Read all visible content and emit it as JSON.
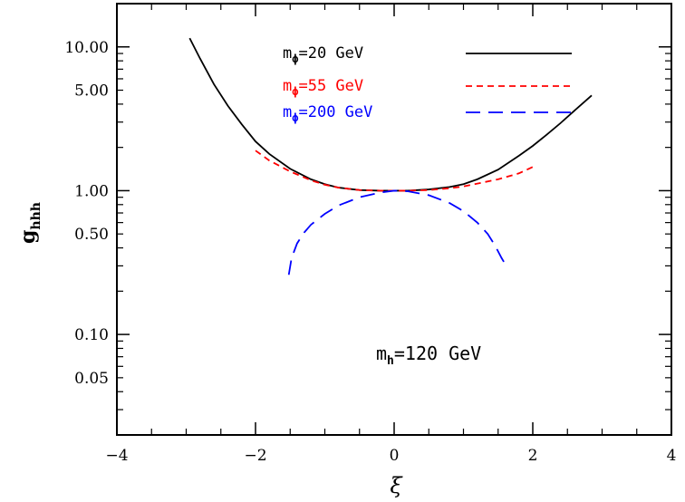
{
  "chart_data": {
    "type": "line",
    "xlabel": "ξ",
    "ylabel_main": "g",
    "ylabel_sub": "hhh",
    "xlim": [
      -4,
      4
    ],
    "ylim": [
      0.02,
      20
    ],
    "yscale": "log",
    "x_ticks": [
      -4,
      -2,
      0,
      2,
      4
    ],
    "x_tick_labels": [
      "−4",
      "−2",
      "0",
      "2",
      "4"
    ],
    "y_ticks": [
      10,
      5,
      1,
      0.5,
      0.1,
      0.05
    ],
    "y_tick_labels": [
      "10.00",
      "5.00",
      "1.00",
      "0.50",
      "0.10",
      "0.05"
    ],
    "grid": false,
    "legend_position": "top-right",
    "annotation": {
      "main": "m",
      "sub": "h",
      "rest": "=120 GeV"
    },
    "series": [
      {
        "name_main": "m",
        "name_sub": "ϕ",
        "name_rest": "=20 GeV",
        "color": "#000000",
        "dash": "solid",
        "x": [
          -2.95,
          -2.8,
          -2.6,
          -2.4,
          -2.2,
          -2.0,
          -1.8,
          -1.5,
          -1.2,
          -1.0,
          -0.8,
          -0.5,
          -0.2,
          0.0,
          0.2,
          0.5,
          0.8,
          1.0,
          1.2,
          1.5,
          1.8,
          2.0,
          2.2,
          2.4,
          2.6,
          2.85
        ],
        "y": [
          11.5,
          8.3,
          5.5,
          3.9,
          2.9,
          2.2,
          1.8,
          1.42,
          1.2,
          1.11,
          1.05,
          1.01,
          1.0,
          1.0,
          1.0,
          1.02,
          1.06,
          1.11,
          1.2,
          1.4,
          1.75,
          2.05,
          2.45,
          2.95,
          3.6,
          4.6
        ]
      },
      {
        "name_main": "m",
        "name_sub": "ϕ",
        "name_rest": "=55 GeV",
        "color": "#ff0000",
        "dash": "short-dash",
        "x": [
          -2.0,
          -1.8,
          -1.5,
          -1.2,
          -1.0,
          -0.8,
          -0.5,
          -0.2,
          0.0,
          0.2,
          0.5,
          0.8,
          1.0,
          1.2,
          1.5,
          1.8,
          2.05
        ],
        "y": [
          1.9,
          1.62,
          1.36,
          1.18,
          1.1,
          1.05,
          1.01,
          1.0,
          1.0,
          1.0,
          1.01,
          1.04,
          1.07,
          1.12,
          1.2,
          1.32,
          1.5
        ]
      },
      {
        "name_main": "m",
        "name_sub": "ϕ",
        "name_rest": "=200 GeV",
        "color": "#0000ff",
        "dash": "long-dash",
        "x": [
          -1.52,
          -1.48,
          -1.4,
          -1.3,
          -1.2,
          -1.0,
          -0.8,
          -0.5,
          -0.2,
          0.0,
          0.2,
          0.5,
          0.8,
          1.0,
          1.2,
          1.35,
          1.45,
          1.55,
          1.6
        ],
        "y": [
          0.26,
          0.34,
          0.43,
          0.51,
          0.58,
          0.69,
          0.79,
          0.9,
          0.97,
          1.0,
          0.99,
          0.93,
          0.82,
          0.72,
          0.6,
          0.5,
          0.42,
          0.34,
          0.31
        ]
      }
    ]
  }
}
